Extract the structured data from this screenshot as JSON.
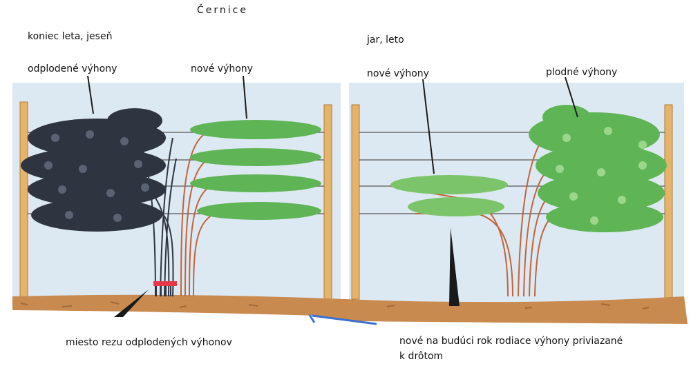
{
  "diagram": {
    "title": "Černice",
    "left_panel": {
      "season": "koniec leta, jeseň",
      "label_old": "odplodené výhony",
      "label_new": "nové výhony",
      "label_cut": "miesto rezu odplodených výhonov"
    },
    "right_panel": {
      "season": "jar, leto",
      "label_new": "nové výhony",
      "label_fruiting": "plodné výhony",
      "label_tied": "nové na budúci rok rodiace výhony priviazané k drôtom"
    }
  },
  "colors": {
    "sky": "#dde9f2",
    "soil": "#c98a4f",
    "post": "#e6b36a",
    "old_foliage": "#2e3440",
    "new_foliage": "#5fb556",
    "cane": "#c0643a",
    "cut_marker": "#e8374a",
    "pointer": "#1a1a1a",
    "path": "#3a6fd6"
  }
}
